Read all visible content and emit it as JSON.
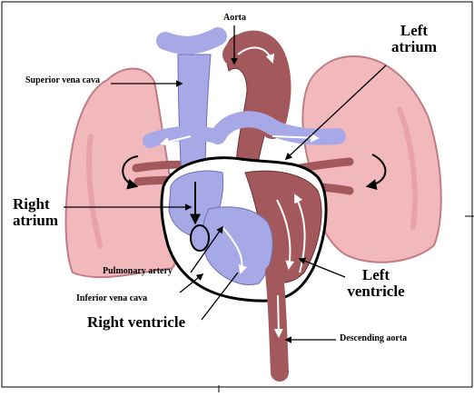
{
  "labels": {
    "aorta": "Aorta",
    "superior_vena_cava": "Superior vena cava",
    "left_atrium_line1": "Left",
    "left_atrium_line2": "atrium",
    "right_atrium_line1": "Right",
    "right_atrium_line2": "atrium",
    "pulmonary_artery": "Pulmonary artery",
    "inferior_vena_cava": "Inferior vena cava",
    "right_ventricle": "Right ventricle",
    "left_ventricle_line1": "Left",
    "left_ventricle_line2": "ventricle",
    "descending_aorta": "Descending aorta"
  },
  "colors": {
    "lung_fill": "#f2b9bd",
    "lung_stroke": "#c07c84",
    "oxygenated": "#a3585c",
    "deoxygenated": "#a7a8e6",
    "outline": "#000000"
  }
}
